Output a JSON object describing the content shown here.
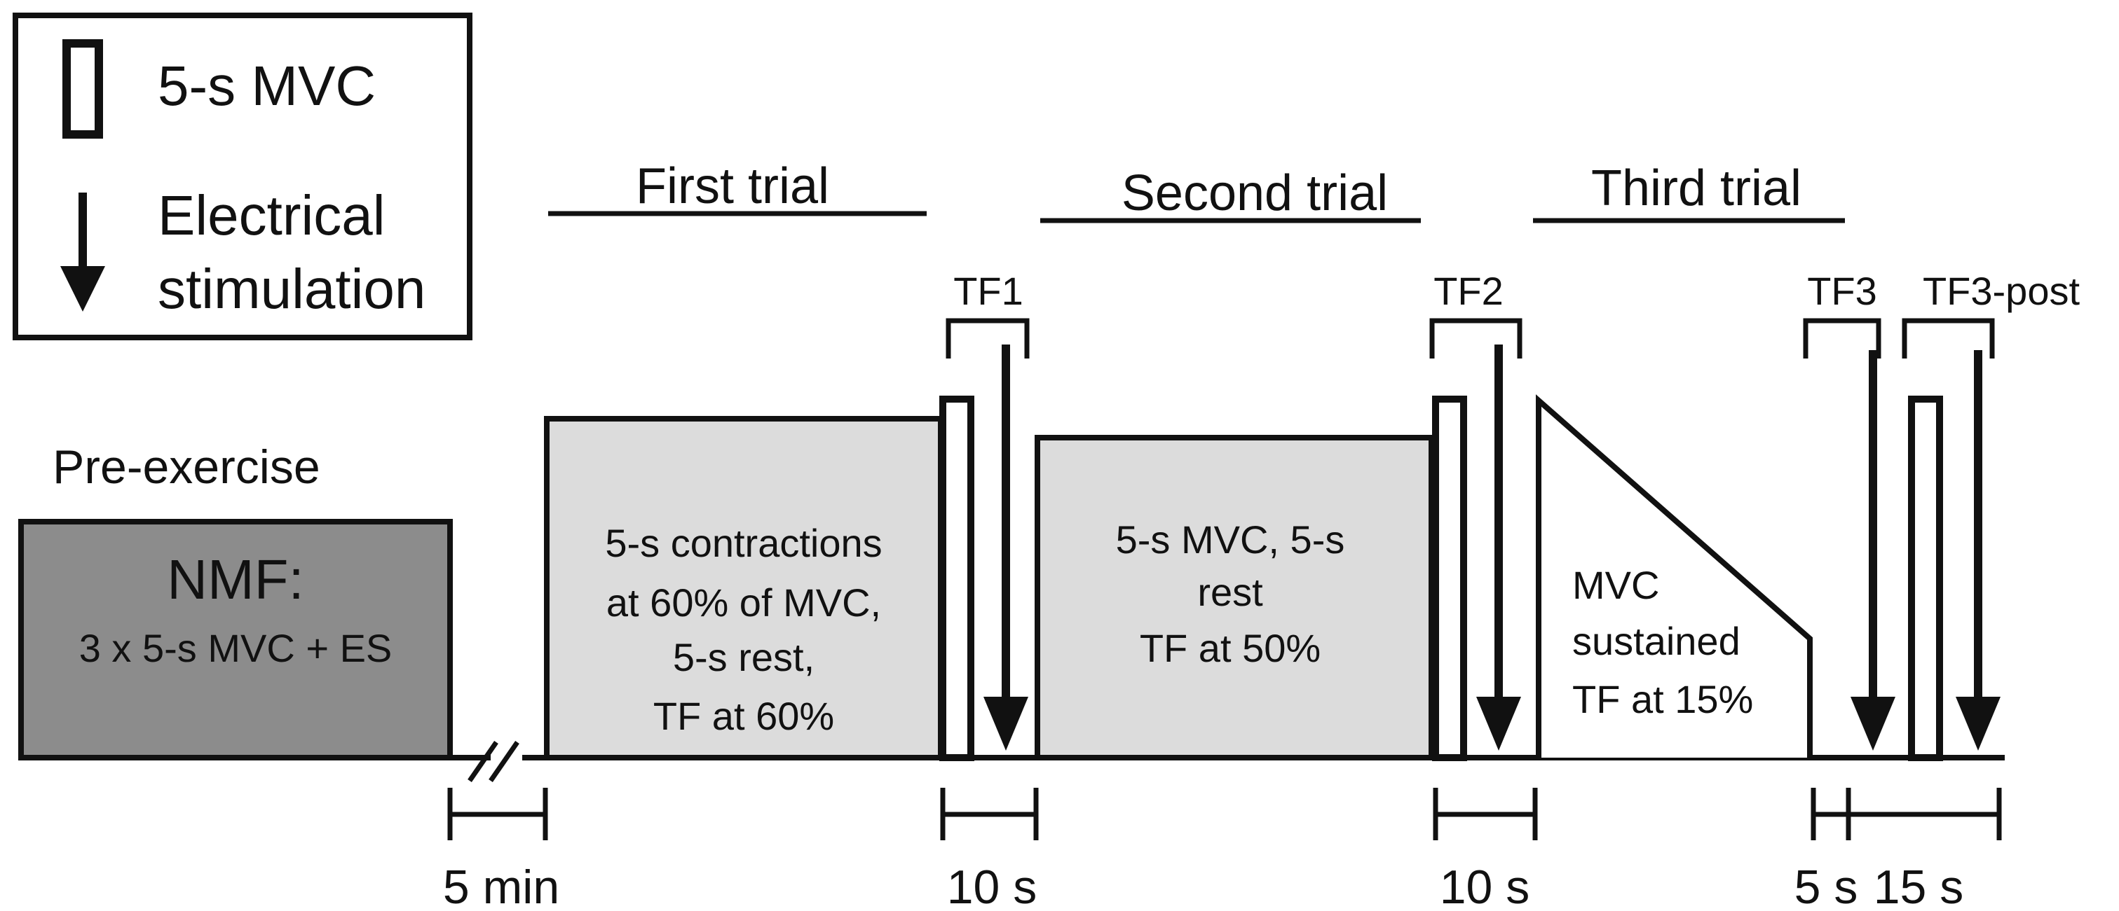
{
  "legend": {
    "mvc_label": "5-s MVC",
    "stim_label_line1": "Electrical",
    "stim_label_line2": "stimulation"
  },
  "phases": {
    "pre_exercise_label": "Pre-exercise",
    "nmf_title": "NMF:",
    "nmf_detail": "3 x 5-s MVC + ES",
    "first_trial": "First trial",
    "second_trial": "Second trial",
    "third_trial": "Third trial",
    "first_box_lines": [
      "5-s contractions",
      "at 60% of MVC,",
      "5-s rest,",
      "TF at 60%"
    ],
    "second_box_lines": [
      "5-s MVC, 5-s",
      "rest",
      "TF at 50%"
    ],
    "third_box_lines": [
      "MVC",
      "sustained",
      "TF at 15%"
    ]
  },
  "markers": {
    "tf1": "TF1",
    "tf2": "TF2",
    "tf3": "TF3",
    "tf3_post": "TF3-post"
  },
  "durations": {
    "gap": "5 min",
    "d1": "10 s",
    "d2": "10 s",
    "d3": "5 s",
    "d4": "15 s"
  },
  "colors": {
    "nmf_fill": "#8c8c8c",
    "trial_fill": "#dcdcdc",
    "stroke": "#111111"
  }
}
